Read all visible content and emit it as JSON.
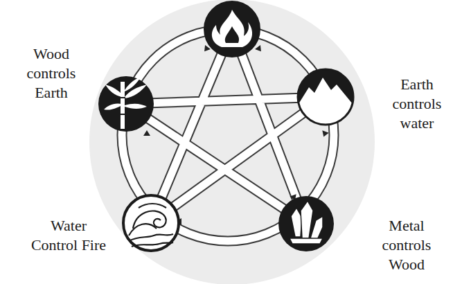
{
  "diagram": {
    "labels": [
      "Wood controls Earth",
      "Earth controls water",
      "Water Control Fire",
      "Metal controls Wood"
    ]
  }
}
